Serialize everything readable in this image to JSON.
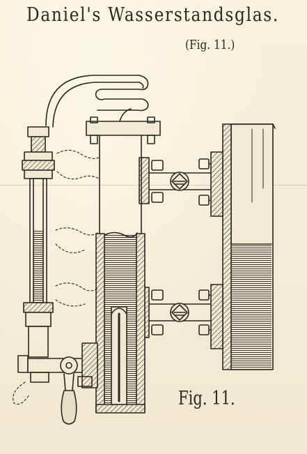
{
  "plate": {
    "title": "Daniel's Wasserstandsglas.",
    "subtitle": "(Fig. 11.)",
    "figure_label": "Fig. 11."
  },
  "colors": {
    "paper": "#f4efd9",
    "ink": "#2a2622",
    "hatch": "#3a3530"
  }
}
